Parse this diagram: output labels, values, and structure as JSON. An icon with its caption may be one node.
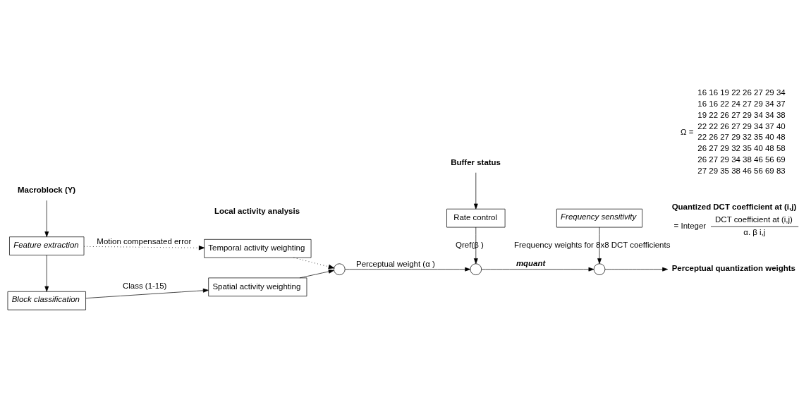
{
  "diagram": {
    "nodes": [
      {
        "text": [
          "Macroblock (Y)"
        ]
      },
      {
        "text": [
          "Feature extraction"
        ]
      },
      {
        "text": [
          "Temporal activity weighting"
        ]
      },
      {
        "text": [
          "Block classification"
        ]
      },
      {
        "text": [
          "Spatial activity weighting"
        ]
      },
      {
        "text": [],
        "shape": "circle"
      },
      {
        "text": [
          "Buffer status"
        ]
      },
      {
        "text": [
          "Rate control"
        ]
      },
      {
        "text": [],
        "shape": "circle"
      },
      {
        "text": [],
        "shape": "circle"
      },
      {
        "text": [
          "Perceptual quantization weights"
        ]
      },
      {
        "text": [
          "Frequency sensitivity"
        ]
      }
    ],
    "edges": [
      {
        "from": 0,
        "to": 1,
        "arrow": "to"
      },
      {
        "from": 1,
        "to": 3,
        "arrow": "to"
      },
      {
        "from": 1,
        "to": 2,
        "arrow": "to",
        "label": "Motion compensated error",
        "style": "dashed"
      },
      {
        "from": 3,
        "to": 4,
        "arrow": "to",
        "label": "Class (1-15)"
      },
      {
        "from": 2,
        "to": 5,
        "arrow": "to",
        "style": "dashed"
      },
      {
        "from": 4,
        "to": 5,
        "arrow": "to"
      },
      {
        "from": 5,
        "to": 8,
        "arrow": "to",
        "label": "Perceptual weight (α )"
      },
      {
        "from": 6,
        "to": 7,
        "arrow": "to"
      },
      {
        "from": 7,
        "to": 8,
        "arrow": "to",
        "label": "Qref(β )"
      },
      {
        "from": 8,
        "to": 9,
        "arrow": "to",
        "label": "mquant"
      },
      {
        "from": 9,
        "to": 10,
        "arrow": "to"
      },
      {
        "from": 11,
        "to": 9,
        "arrow": "to",
        "label": "Frequency weights for 8x8 DCT coefficients"
      }
    ],
    "labels": [
      "Local activity analysis",
      "Quantized DCT coefficient at (i,j)",
      "= Integer",
      "DCT coefficient at (i,j)",
      "α. β i,j",
      "Ω =",
      "16 16 19 22 26 27 29 34",
      "16 16 22 24 27 29 34 37",
      "19 22 26 27 29 34 34 38",
      "22 22 26 27 29 34 37 40",
      "22 26 27 29 32 35 40 48",
      "26 27 29 32 35 40 48 58",
      "26 27 29 34 38 46 56 69",
      "27 29 35 38 46 56 69 83"
    ]
  }
}
